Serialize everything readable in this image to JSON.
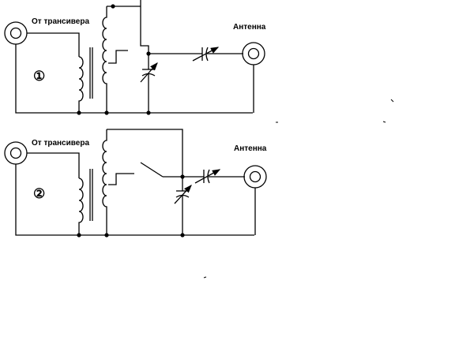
{
  "circuit_1": {
    "number": "①",
    "input_label": "От трансивера",
    "output_label": "Антенна"
  },
  "circuit_2": {
    "number": "②",
    "input_label": "От трансивера",
    "output_label": "Антенна"
  },
  "colors": {
    "line": "#000000",
    "background": "#ffffff"
  }
}
